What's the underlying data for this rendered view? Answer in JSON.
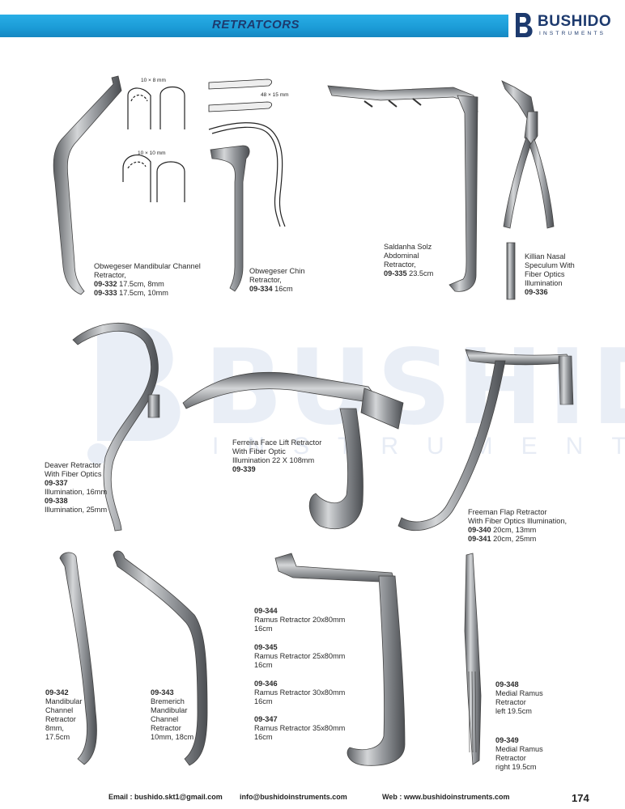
{
  "header": {
    "title": "RETRATCORS",
    "brand": "BUSHIDO",
    "brand_sub": "INSTRUMENTS",
    "colors": {
      "bar": "#1b9bd6",
      "brand": "#1d3a6e"
    }
  },
  "watermark": {
    "word": "BUSHIDO",
    "sub": "INSTRUMENTS"
  },
  "dimension_labels": {
    "obwegeser_8": "10 × 8 mm",
    "obwegeser_10": "10 × 10 mm",
    "chin": "48 × 15 mm"
  },
  "products": [
    {
      "lines": [
        "Obwegeser Mandibular Channel",
        "Retractor,"
      ],
      "items": [
        {
          "code": "09-332",
          "text": " 17.5cm, 8mm"
        },
        {
          "code": "09-333",
          "text": " 17.5cm, 10mm"
        }
      ]
    },
    {
      "lines": [
        "Obwegeser Chin",
        "Retractor,"
      ],
      "items": [
        {
          "code": "09-334",
          "text": " 16cm"
        }
      ]
    },
    {
      "lines": [
        "Saldanha Solz",
        "Abdominal",
        "Retractor,"
      ],
      "items": [
        {
          "code": "09-335",
          "text": " 23.5cm"
        }
      ]
    },
    {
      "lines": [
        "Killian Nasal",
        "Speculum With",
        "Fiber Optics",
        "Illumination"
      ],
      "items": [
        {
          "code": "09-336",
          "text": ""
        }
      ]
    },
    {
      "lines": [
        "Deaver Retractor",
        "With Fiber Optics"
      ],
      "items": [
        {
          "code": "09-337",
          "text": "",
          "after": "Illumination, 16mm"
        },
        {
          "code": "09-338",
          "text": "",
          "after": "Illumination, 25mm"
        }
      ]
    },
    {
      "lines": [
        "Ferreira Face Lift Retractor",
        "With Fiber Optic",
        "Illumination 22 X 108mm"
      ],
      "items": [
        {
          "code": "09-339",
          "text": ""
        }
      ]
    },
    {
      "lines": [
        "Freeman Flap Retractor",
        "With Fiber Optics Illumination,"
      ],
      "items": [
        {
          "code": "09-340",
          "text": " 20cm, 13mm"
        },
        {
          "code": "09-341",
          "text": " 20cm, 25mm"
        }
      ]
    },
    {
      "code": "09-342",
      "lines": [
        "Mandibular",
        "Channel",
        "Retractor",
        "8mm,",
        "17.5cm"
      ]
    },
    {
      "code": "09-343",
      "lines": [
        "Bremerich",
        "Mandibular",
        "Channel",
        "Retractor",
        "10mm, 18cm"
      ]
    },
    {
      "ramus": [
        {
          "code": "09-344",
          "name": "Ramus Retractor 20x80mm",
          "size": "16cm"
        },
        {
          "code": "09-345",
          "name": "Ramus Retractor 25x80mm",
          "size": "16cm"
        },
        {
          "code": "09-346",
          "name": "Ramus Retractor 30x80mm",
          "size": "16cm"
        },
        {
          "code": "09-347",
          "name": "Ramus Retractor 35x80mm",
          "size": "16cm"
        }
      ]
    },
    {
      "code": "09-348",
      "lines": [
        "Medial Ramus",
        "Retractor",
        "left 19.5cm"
      ]
    },
    {
      "code": "09-349",
      "lines": [
        "Medial Ramus",
        "Retractor",
        "right 19.5cm"
      ]
    }
  ],
  "footer": {
    "email": "Email : bushido.skt1@gmail.com",
    "info": "info@bushidoinstruments.com",
    "web": "Web : www.bushidoinstruments.com",
    "page": "174"
  }
}
